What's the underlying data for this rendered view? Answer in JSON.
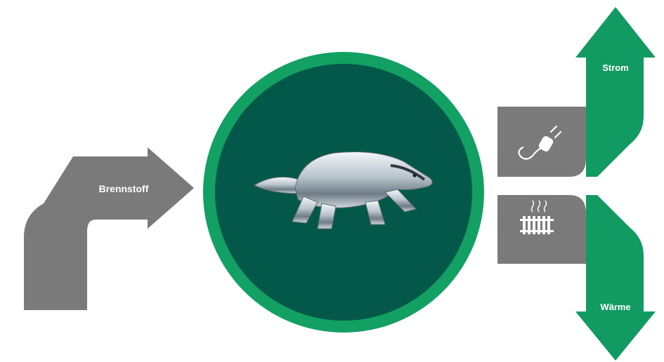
{
  "colors": {
    "gray": "#7a7a7a",
    "green": "#119a62",
    "ring": "#12a063",
    "circle": "#04584a",
    "white": "#ffffff"
  },
  "labels": {
    "input": "Brennstoff",
    "output_top": "Strom",
    "output_bottom": "Wärme"
  },
  "icons": {
    "center": "badger-icon",
    "top": "plug-icon",
    "bottom": "radiator-icon"
  }
}
